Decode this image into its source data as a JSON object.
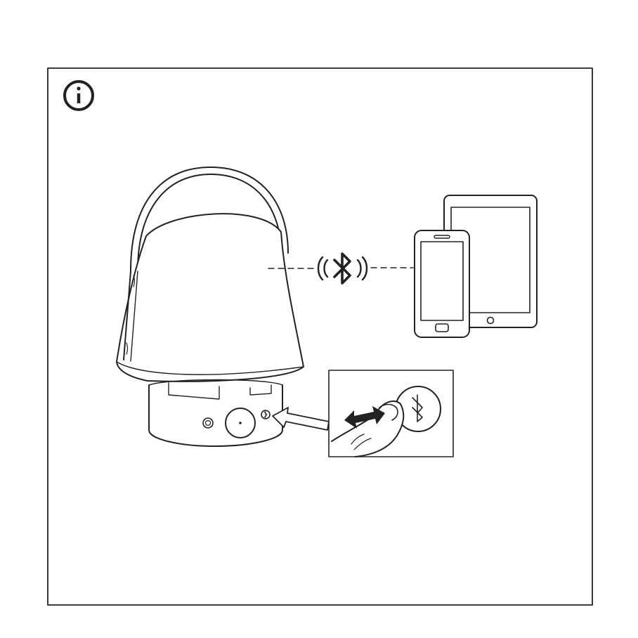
{
  "illustration": {
    "info_icon": "info-icon",
    "bluetooth_icon": "bluetooth-icon",
    "device_a": "smartphone",
    "device_b": "tablet",
    "product": "speaker-lamp",
    "detail": "bluetooth-pairing-button-press",
    "colors": {
      "line": "#222222",
      "shade": "#f2f2f2",
      "fill": "#ffffff"
    }
  }
}
